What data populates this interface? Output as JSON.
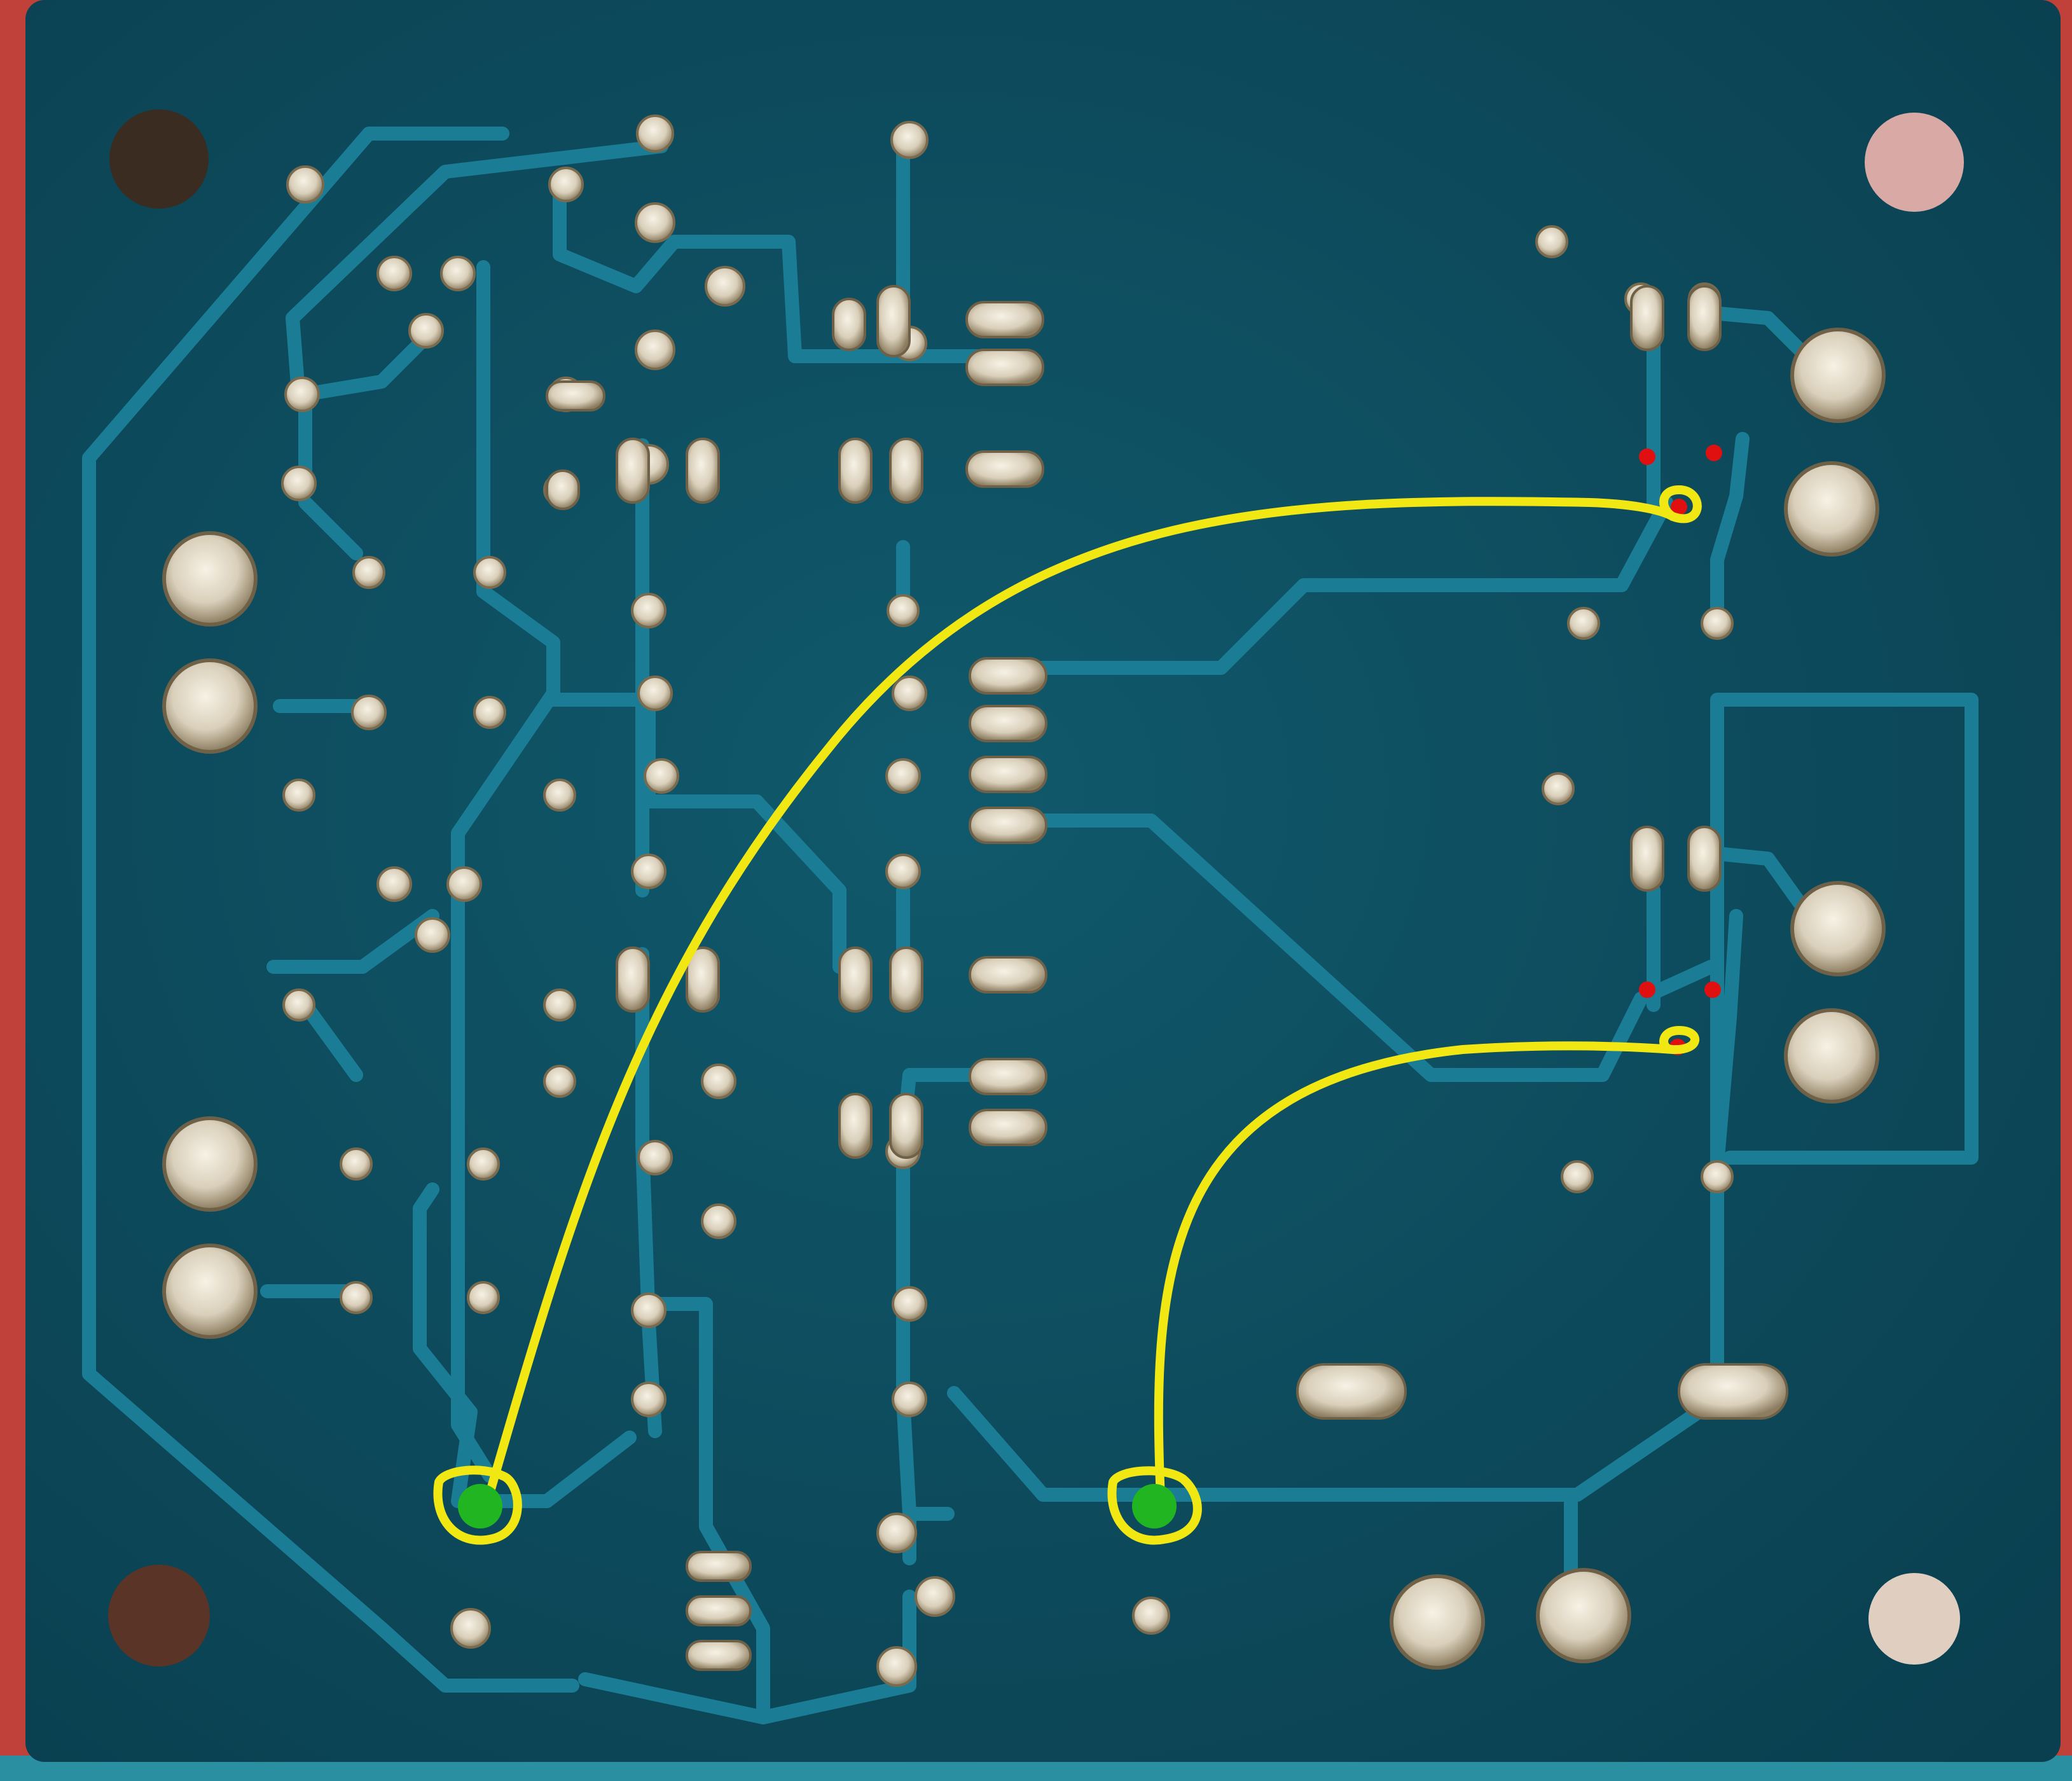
{
  "photo": {
    "subject": "pcb-solder-side",
    "colors": {
      "background_edge": "#c0413a",
      "board": "#0f5366",
      "board_dark": "#0b4657",
      "trace": "#1b7d95",
      "solder": "#e3dccf",
      "solder_shadow": "#8a7f6a",
      "wire_overlay": "#f1e713",
      "marker_green": "#22b522",
      "marker_red": "#e01010"
    }
  },
  "overlay": {
    "wire_count": 2,
    "green_markers": 2,
    "red_markers": 6
  }
}
